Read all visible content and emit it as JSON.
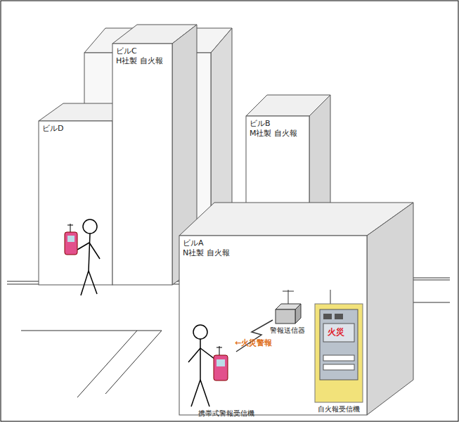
{
  "diagram": {
    "nodes": [
      {
        "text": [
          "ビルD"
        ]
      },
      {
        "text": [
          "ビルC",
          "H社製 自火報"
        ]
      },
      {
        "text": [
          "ビルB",
          "M社製 自火報"
        ]
      },
      {
        "text": [
          "ビルA",
          "N社製 自火報"
        ]
      }
    ],
    "labels": [
      "警報送信器",
      "←火災警報",
      "携帯式警報受信機",
      "自火報受信機",
      "火災"
    ]
  }
}
